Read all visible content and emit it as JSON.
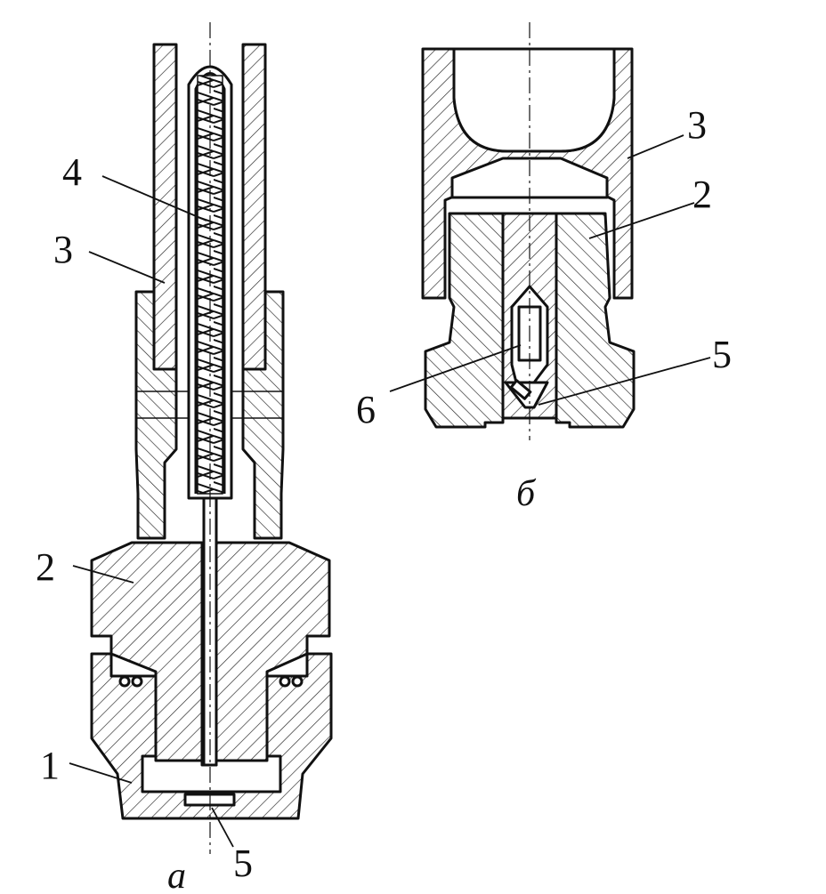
{
  "figure": {
    "labels_a": [
      "4",
      "3",
      "2",
      "1",
      "5"
    ],
    "labels_b": [
      "3",
      "2",
      "5",
      "6"
    ],
    "caption_a": "а",
    "caption_b": "б"
  }
}
